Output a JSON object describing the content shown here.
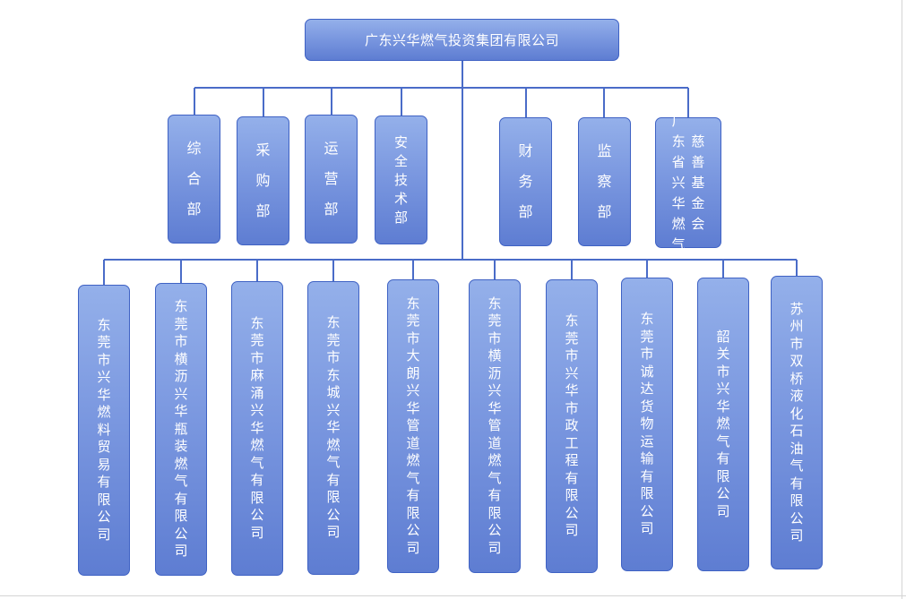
{
  "root": {
    "label": "广东兴华燃气投资集团有限公司"
  },
  "departments": [
    "综合部",
    "采购部",
    "运营部",
    "安全技术部",
    "财务部",
    "监察部"
  ],
  "foundation": {
    "part1": "广东省兴华燃气",
    "part2": "慈善基金会"
  },
  "subsidiaries": [
    "东莞市兴华燃料贸易有限公司",
    "东莞市横沥兴华瓶装燃气有限公司",
    "东莞市麻涌兴华燃气有限公司",
    "东莞市东城兴华燃气有限公司",
    "东莞市大朗兴华管道燃气有限公司",
    "东莞市横沥兴华管道燃气有限公司",
    "东莞市兴华市政工程有限公司",
    "东莞市诚达货物运输有限公司",
    "韶关市兴华燃气有限公司",
    "苏州市双桥液化石油气有限公司"
  ],
  "colors": {
    "node_fill_top": "#94b0ea",
    "node_fill_bottom": "#5e7dd2",
    "node_border": "#3f62c4",
    "connector": "#4a6cc8",
    "text": "#ffffff"
  }
}
